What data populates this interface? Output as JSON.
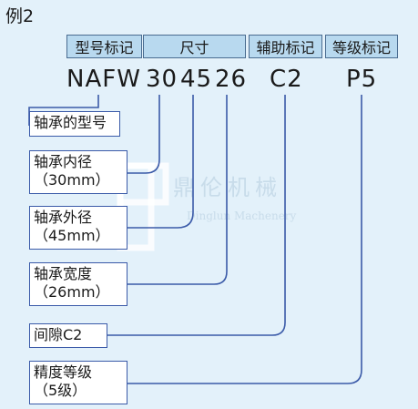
{
  "title": "例2",
  "headers": {
    "model": "型号标记",
    "size": "尺寸",
    "aux": "辅助标记",
    "grade": "等级标记"
  },
  "code": {
    "model": "NAFW",
    "inner": "30",
    "outer": "45",
    "width": "26",
    "clearance": "C2",
    "precision": "P5"
  },
  "labels": {
    "model": "轴承的型号",
    "inner_line1": "轴承内径",
    "inner_line2": "（30mm）",
    "outer_line1": "轴承外径",
    "outer_line2": "（45mm）",
    "width_line1": "轴承宽度",
    "width_line2": "（26mm）",
    "clearance": "间隙C2",
    "precision_line1": "精度等级",
    "precision_line2": "（5级）"
  },
  "watermark": {
    "cn": "鼎伦机械",
    "en": "Dinglun Machenery"
  },
  "colors": {
    "background": "#e3f1fa",
    "header_fill": "#b8d9ef",
    "line": "#3a5aa8"
  }
}
